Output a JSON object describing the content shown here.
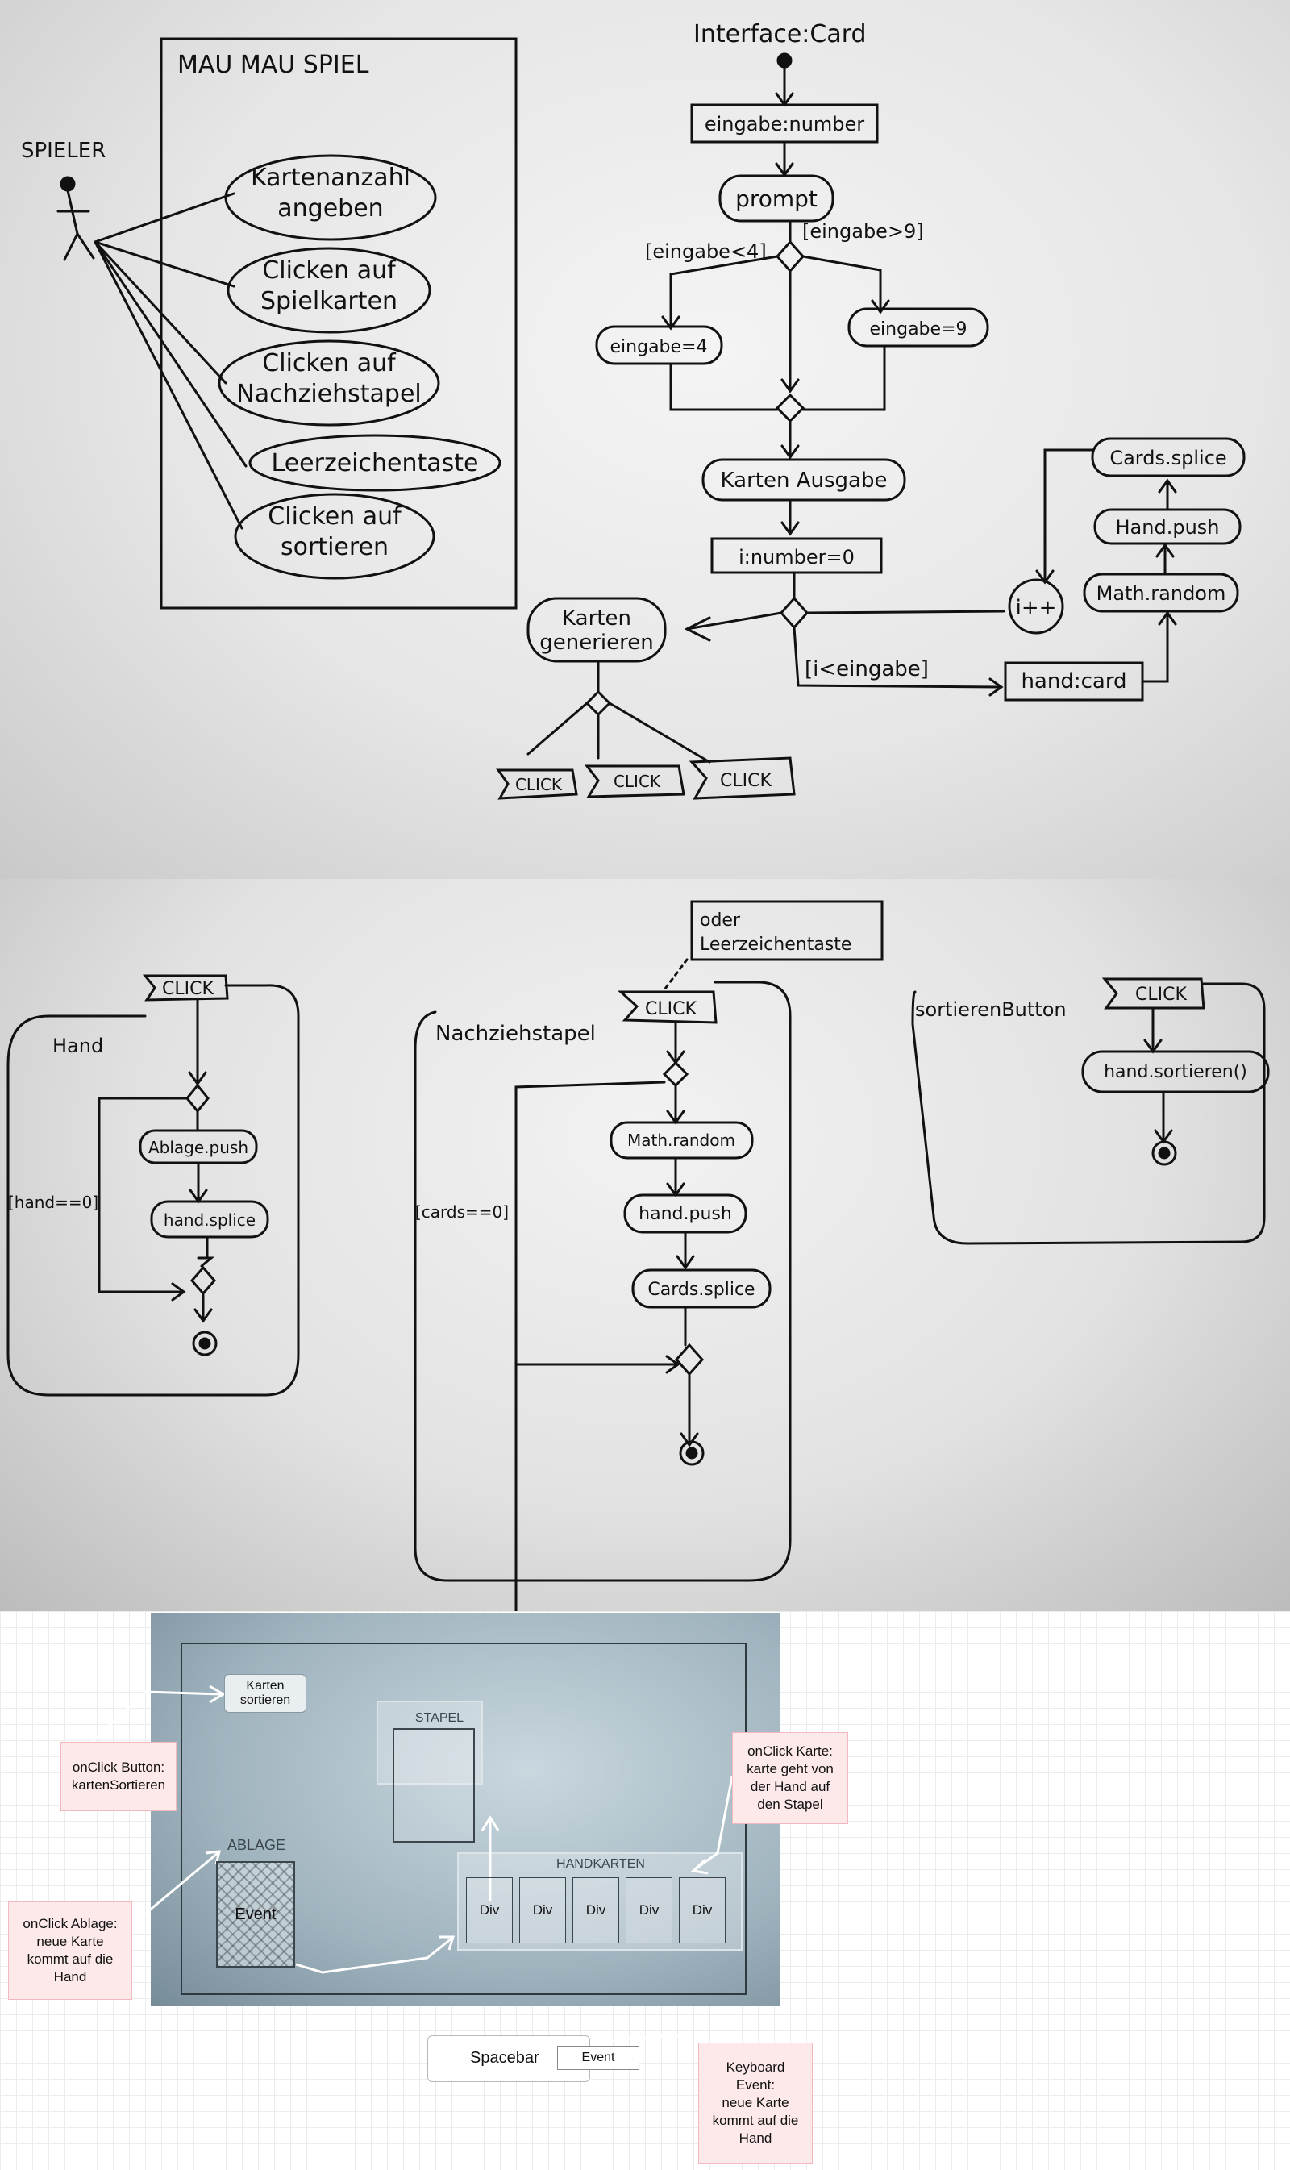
{
  "use_case": {
    "system_title": "MAU MAU SPIEL",
    "actor": "SPIELER",
    "cases": [
      "Kartenanzahl angeben",
      "Clicken auf Spielkarten",
      "Clicken auf Nachziehstapel",
      "Leerzeichentaste",
      "Clicken auf sortieren"
    ]
  },
  "activity_main": {
    "interface": "Interface:Card",
    "input": "eingabe:number",
    "prompt": "prompt",
    "guard_low": "[eingabe<4]",
    "guard_high": "[eingabe>9]",
    "set_low": "eingabe=4",
    "set_high": "eingabe=9",
    "output": "Karten Ausgabe",
    "counter": "i:number=0",
    "loop_guard": "[i<eingabe]",
    "hand_card": "hand:card",
    "math_random": "Math.random",
    "hand_push": "Hand.push",
    "cards_splice": "Cards.splice",
    "increment": "i++",
    "generate": "Karten generieren",
    "clicks": [
      "CLICK",
      "CLICK",
      "CLICK"
    ]
  },
  "activity_events": {
    "hand": {
      "title": "Hand",
      "event": "CLICK",
      "guard": "[hand==0]",
      "actions": [
        "Ablage.push",
        "hand.splice"
      ]
    },
    "draw": {
      "title": "Nachziehstapel",
      "event": "CLICK",
      "note": "oder Leerzeichentaste",
      "guard": "[cards==0]",
      "actions": [
        "Math.random",
        "hand.push",
        "Cards.splice"
      ]
    },
    "sort": {
      "title": "sortierenButton",
      "event": "CLICK",
      "actions": [
        "hand.sortieren()"
      ]
    }
  },
  "mockup": {
    "sort_button": "Karten sortieren",
    "stapel_label": "STAPEL",
    "ablage_label": "ABLAGE",
    "ablage_event": "Event",
    "hand_label": "HANDKARTEN",
    "hand_divs": [
      "Div",
      "Div",
      "Div",
      "Div",
      "Div"
    ],
    "note_sort": "onClick Button:\nkartenSortieren",
    "note_card": "onClick Karte:\nkarte geht von\nder Hand auf\nden Stapel",
    "note_ablage": "onClick Ablage:\nneue Karte\nkommt auf die\nHand",
    "spacebar": "Spacebar",
    "spacebar_event": "Event",
    "note_keyboard": "Keyboard\nEvent:\nneue Karte\nkommt auf die\nHand"
  }
}
